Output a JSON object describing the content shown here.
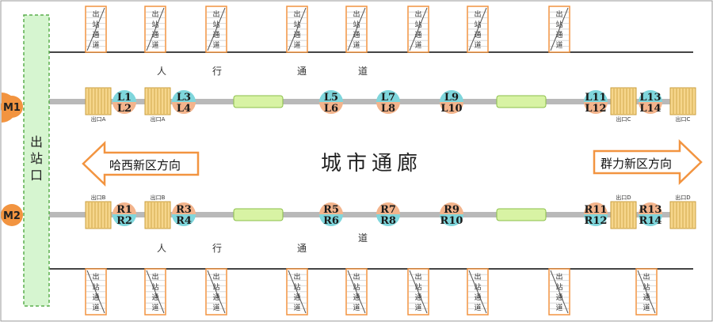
{
  "exit_bar_label": "出站口",
  "corridor_title": "城市通廊",
  "direction_left": "哈西新区方向",
  "direction_right": "群力新区方向",
  "passage_chars": [
    "人",
    "行",
    "通",
    "道"
  ],
  "stair_label_chars": [
    "出",
    "站",
    "通",
    "道"
  ],
  "stations": {
    "m1": "M1",
    "m2": "M2"
  },
  "exits": {
    "a": "出口A",
    "b": "出口B",
    "c": "出口C",
    "d": "出口D"
  },
  "left_gates": [
    {
      "top": "L1",
      "bottom": "L2"
    },
    {
      "top": "L3",
      "bottom": "L4"
    },
    {
      "top": "L5",
      "bottom": "L6"
    },
    {
      "top": "L7",
      "bottom": "L8"
    },
    {
      "top": "L9",
      "bottom": "L10"
    },
    {
      "top": "L11",
      "bottom": "L12"
    },
    {
      "top": "L13",
      "bottom": "L14"
    }
  ],
  "right_gates": [
    {
      "top": "R1",
      "bottom": "R2"
    },
    {
      "top": "R3",
      "bottom": "R4"
    },
    {
      "top": "R5",
      "bottom": "R6"
    },
    {
      "top": "R7",
      "bottom": "R8"
    },
    {
      "top": "R9",
      "bottom": "R10"
    },
    {
      "top": "R11",
      "bottom": "R12"
    },
    {
      "top": "R13",
      "bottom": "R14"
    }
  ],
  "colors": {
    "exit_bar": "#d6f5d0",
    "exit_bar_border": "#5cae4e",
    "station": "#f29440",
    "gate_blue": "#7fd6dc",
    "gate_orange": "#f3b48c",
    "platform_bar": "#d8f3a4",
    "stair_box": "#f6d68c",
    "track": "#b9b9b9",
    "arrow": "#f29440"
  }
}
